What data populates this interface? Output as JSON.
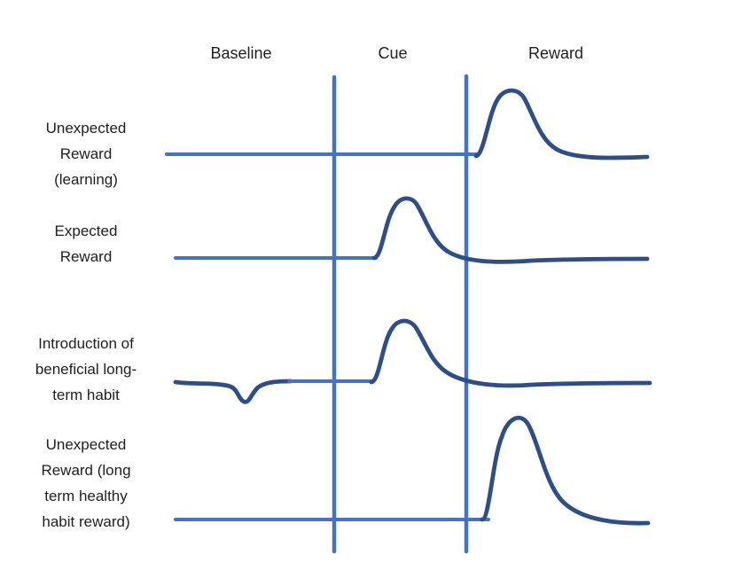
{
  "colors": {
    "divider_blue": "#4472C4",
    "baseline_blue": "#4472C4",
    "curve_navy": "#2E4E87",
    "text": "#1F1F1F",
    "background": "#FFFFFF"
  },
  "column_headers": [
    {
      "label": "Baseline"
    },
    {
      "label": "Cue"
    },
    {
      "label": "Reward"
    }
  ],
  "rows": [
    {
      "label": "Unexpected\nReward\n(learning)"
    },
    {
      "label": "Expected\nReward"
    },
    {
      "label": "Introduction of\nbeneficial long-\nterm habit"
    },
    {
      "label": "Unexpected\nReward (long\nterm healthy\nhabit reward)"
    }
  ]
}
